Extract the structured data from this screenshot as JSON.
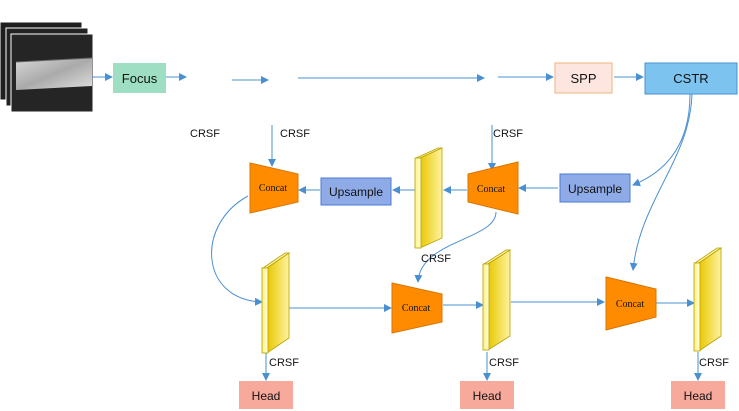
{
  "boxes": {
    "focus": "Focus",
    "spp": "SPP",
    "cstr": "CSTR",
    "upsample_left": "Upsample",
    "upsample_right": "Upsample",
    "head_left": "Head",
    "head_mid": "Head",
    "head_right": "Head"
  },
  "concat": {
    "top_left": "Concat",
    "top_right": "Concat",
    "bottom_mid": "Concat",
    "bottom_right": "Concat"
  },
  "labels": {
    "crsf_1": "CRSF",
    "crsf_2": "CRSF",
    "crsf_3": "CRSF",
    "crsf_4": "CRSF",
    "crsf_5": "CRSF",
    "crsf_6": "CRSF",
    "crsf_7": "CRSF"
  },
  "colors": {
    "focus_fill": "#9edfc4",
    "spp_fill": "#fde6df",
    "spp_border": "#f2b27e",
    "cstr_fill": "#7cc3ef",
    "upsample_fill": "#8eabe8",
    "head_fill": "#f7a99b",
    "concat_fill": "#ff8c00",
    "arrow": "#4a90d0"
  }
}
